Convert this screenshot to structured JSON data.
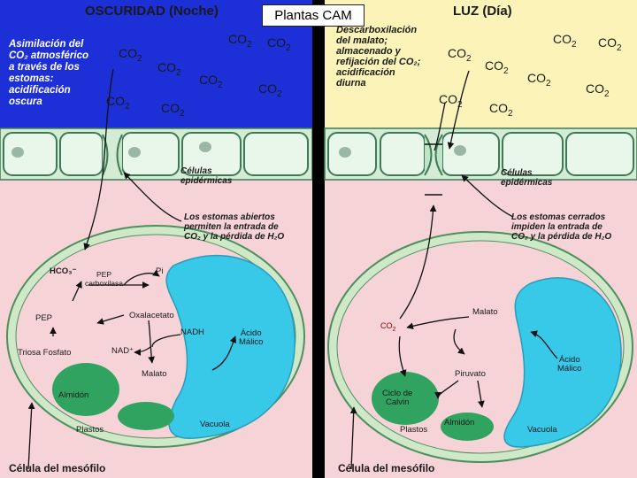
{
  "title": "Plantas CAM",
  "night": {
    "heading": "OSCURIDAD (Noche)",
    "note": "Asimilación del\nCO₂ atmosférico\na través de los\nestomas:\nacidificación\noscura",
    "epidermal": "Células\nepidérmicas",
    "stomata_note": "Los estomas abiertos\npermiten la entrada de\nCO₂ y la pérdida de H₂O",
    "hco3": "HCO₃⁻",
    "pep_carb": "PEP\ncarboxilasa",
    "pi": "Pi",
    "pep": "PEP",
    "oxaloacetate": "Oxalacetato",
    "nadh": "NADH",
    "malic_acid": "Ácido\nMálico",
    "triose": "Triosa Fosfato",
    "nad": "NAD⁺",
    "malate": "Malato",
    "starch": "Almidón",
    "plastids": "Plastos",
    "vacuole": "Vacuola",
    "cell": "Célula del mesófilo"
  },
  "day": {
    "heading": "LUZ (Día)",
    "note": "Descarboxilación\ndel malato;\nalmacenado y\nrefijación del CO₂;\nacidificación\ndiurna",
    "epidermal": "Células\nepidérmicas",
    "stomata_note": "Los estomas cerrados\nimpiden la entrada de\nCO₂ y la pérdida de H₂O",
    "malate": "Malato",
    "malic_acid": "Ácido\nMálico",
    "pyruvate": "Piruvato",
    "calvin": "Ciclo de\nCalvin",
    "starch": "Almidón",
    "plastids": "Plastos",
    "vacuole": "Vacuola",
    "cell": "Célula del mesófilo"
  },
  "co2_label": "CO",
  "co2_sub": "2",
  "colors": {
    "night_sky": "#1d2fd6",
    "day_sky": "#fbf3b8",
    "cytoplasm": "#f6d3d6",
    "epidermis": "#d4ecd6",
    "chloroplast": "#2fa35f",
    "vacuole": "#38c8e8"
  }
}
